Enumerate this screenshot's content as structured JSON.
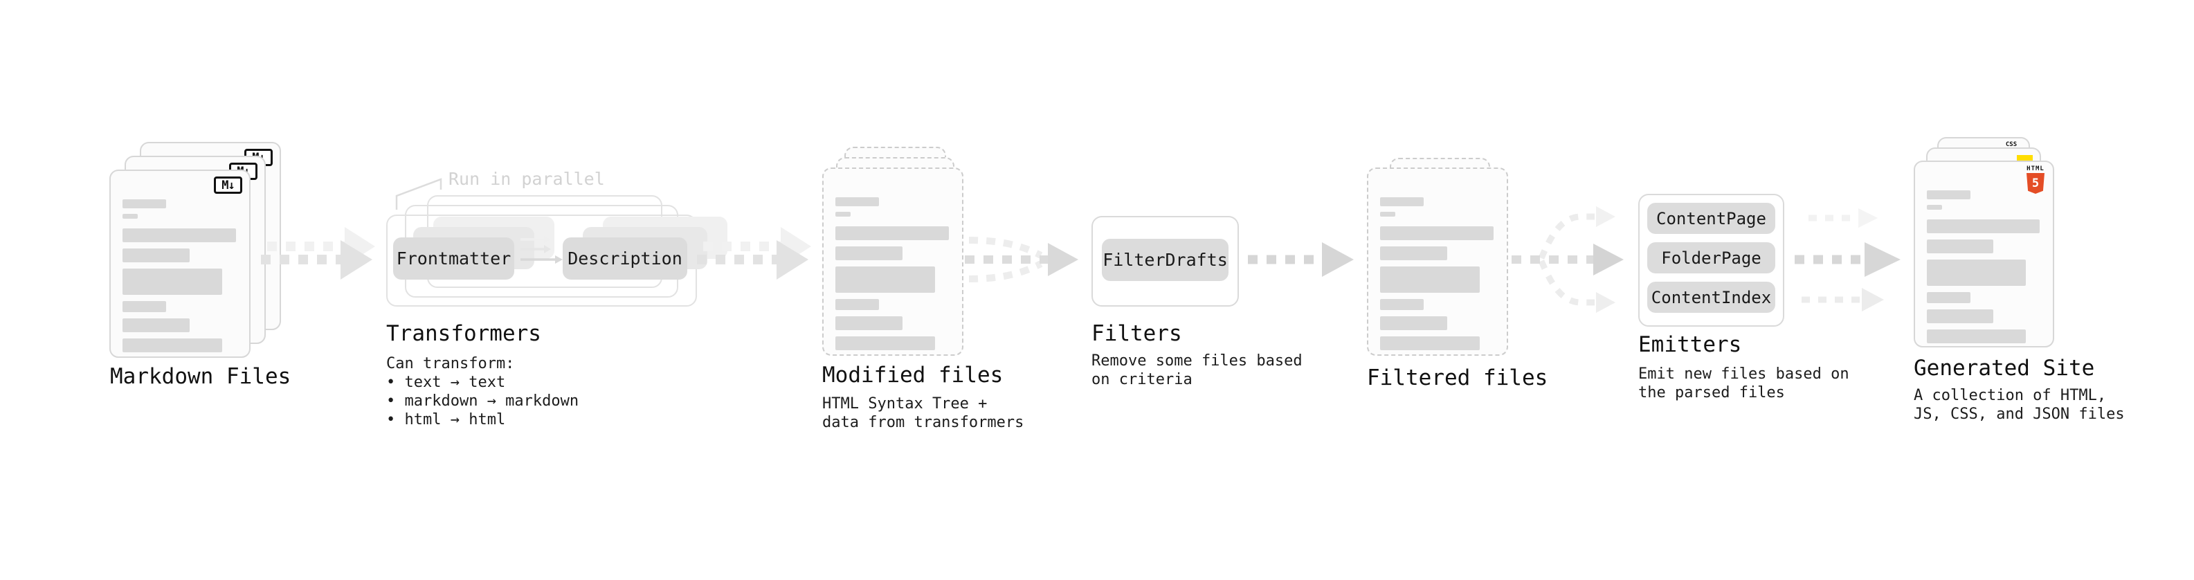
{
  "pipeline": {
    "markdown_files": {
      "label": "Markdown Files",
      "badge": "M↓"
    },
    "flow_annotation": "Run in parallel",
    "transformers": {
      "heading": "Transformers",
      "nodes": [
        "Frontmatter",
        "Description"
      ],
      "caption": [
        "Can transform:",
        "• text → text",
        "• markdown → markdown",
        "• html → html"
      ]
    },
    "modified_files": {
      "heading": "Modified files",
      "caption": [
        "HTML Syntax Tree +",
        "data from transformers"
      ]
    },
    "filters": {
      "heading": "Filters",
      "nodes": [
        "FilterDrafts"
      ],
      "caption": [
        "Remove some files based",
        "on criteria"
      ]
    },
    "filtered_files": {
      "heading": "Filtered files"
    },
    "emitters": {
      "heading": "Emitters",
      "nodes": [
        "ContentPage",
        "FolderPage",
        "ContentIndex"
      ],
      "caption": [
        "Emit new files based on",
        "the parsed files"
      ]
    },
    "generated_site": {
      "heading": "Generated Site",
      "caption": [
        "A collection of HTML,",
        "JS, CSS, and JSON files"
      ],
      "badges": {
        "html_label": "HTML",
        "html_number": "5",
        "css": "CSS"
      }
    },
    "colors": {
      "js_badge": "#ffdd00",
      "html_shield": "#e44d26",
      "css_underline": "#2563eb",
      "node_fill": "#dcdcdc",
      "bar_fill": "#d9d9d9"
    }
  }
}
